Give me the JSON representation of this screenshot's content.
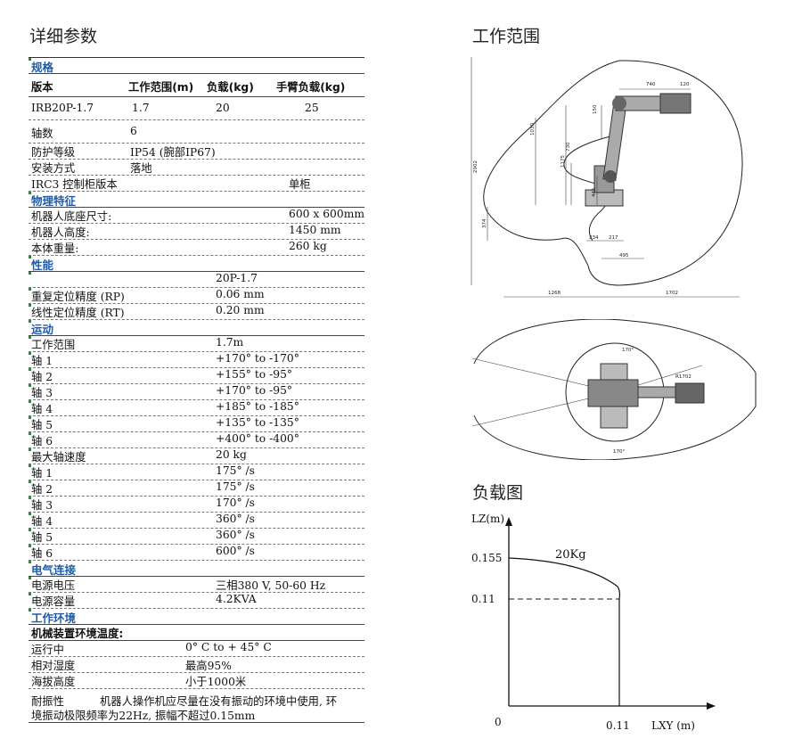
{
  "headings": {
    "left": "详细参数",
    "work_range": "工作范围",
    "load_chart": "负载图"
  },
  "spec": {
    "rows": [
      {
        "type": "section",
        "label": "规格"
      },
      {
        "type": "header",
        "cols": [
          "版本",
          "工作范围(m)",
          "负载(kg)",
          "手臂负载(kg)"
        ]
      },
      {
        "type": "data4",
        "cols": [
          "IRB20P-1.7",
          "1.7",
          "20",
          "25"
        ]
      },
      {
        "type": "kv",
        "label": "轴数",
        "value": "6",
        "h": 26
      },
      {
        "type": "kv",
        "label": "防护等级",
        "value": "IP54 (腕部IP67)"
      },
      {
        "type": "kv",
        "label": "安装方式",
        "value": "落地"
      },
      {
        "type": "kv3",
        "label": "IRC3 控制柜版本",
        "value": "单柜"
      },
      {
        "type": "section",
        "label": "物理特征"
      },
      {
        "type": "kv3",
        "label": "机器人底座尺寸:",
        "value": "600 x 600mm"
      },
      {
        "type": "kv3",
        "label": "机器人高度:",
        "value": "1450 mm"
      },
      {
        "type": "kv3",
        "label": "本体重量:",
        "value": "260 kg"
      },
      {
        "type": "section",
        "label": "性能"
      },
      {
        "type": "kv2",
        "label": "",
        "value": "20P-1.7"
      },
      {
        "type": "kv2",
        "label": "重复定位精度 (RP)",
        "value": "0.06 mm"
      },
      {
        "type": "kv2",
        "label": "线性定位精度 (RT)",
        "value": "0.20 mm"
      },
      {
        "type": "section",
        "label": "运动"
      },
      {
        "type": "kv2",
        "label": "工作范围",
        "value": "1.7m"
      },
      {
        "type": "kv2",
        "label": "轴 1",
        "value": "+170°  to -170°"
      },
      {
        "type": "kv2",
        "label": "轴 2",
        "value": "+155°  to -95°"
      },
      {
        "type": "kv2",
        "label": "轴 3",
        "value": "+170°  to -95°"
      },
      {
        "type": "kv2",
        "label": "轴 4",
        "value": "+185°  to -185°"
      },
      {
        "type": "kv2",
        "label": "轴 5",
        "value": "+135°  to -135°"
      },
      {
        "type": "kv2",
        "label": "轴 6",
        "value": "+400°  to -400°"
      },
      {
        "type": "kv2",
        "label": "最大轴速度",
        "value": "20 kg"
      },
      {
        "type": "kv2",
        "label": "轴 1",
        "value": "175° /s"
      },
      {
        "type": "kv2",
        "label": "轴 2",
        "value": "175° /s"
      },
      {
        "type": "kv2",
        "label": "轴 3",
        "value": "170° /s"
      },
      {
        "type": "kv2",
        "label": "轴 4",
        "value": "360° /s"
      },
      {
        "type": "kv2",
        "label": "轴 5",
        "value": "360° /s"
      },
      {
        "type": "kv2",
        "label": "轴 6",
        "value": "600° /s"
      },
      {
        "type": "section",
        "label": "电气连接"
      },
      {
        "type": "kv2",
        "label": "电源电压",
        "value": "三相380 V, 50-60 Hz"
      },
      {
        "type": "kv2",
        "label": "电源容量",
        "value": "4.2KVA"
      },
      {
        "type": "section",
        "label": "工作环境"
      },
      {
        "type": "subhead",
        "label": "机械装置环境温度:"
      },
      {
        "type": "kvT",
        "label": "运行中",
        "value": "0° C to + 45° C"
      },
      {
        "type": "kvT",
        "label": "相对湿度",
        "value": "最高95%"
      },
      {
        "type": "kvT",
        "label": "海拔高度",
        "value": "小于1000米"
      },
      {
        "type": "note",
        "label": "耐振性",
        "line1": "机器人操作机应尽量在没有振动的环境中使用, 环",
        "line2": "境振动极限频率为22Hz, 振幅不超过0.15mm"
      }
    ]
  },
  "side_view": {
    "dims": [
      "740",
      "120",
      "150",
      "730",
      "1030",
      "1175",
      "445",
      "2902",
      "374",
      "234",
      "217",
      "495",
      "1268",
      "1702"
    ]
  },
  "top_view": {
    "angle_top": "170°",
    "angle_bottom": "170°",
    "radius": "R1702"
  },
  "load_chart": {
    "y_label": "LZ(m)",
    "x_label": "LXY (m)",
    "origin": "0",
    "y_ticks": [
      "0.155",
      "0.11"
    ],
    "x_ticks": [
      "0.11"
    ],
    "curve_label": "20Kg"
  }
}
